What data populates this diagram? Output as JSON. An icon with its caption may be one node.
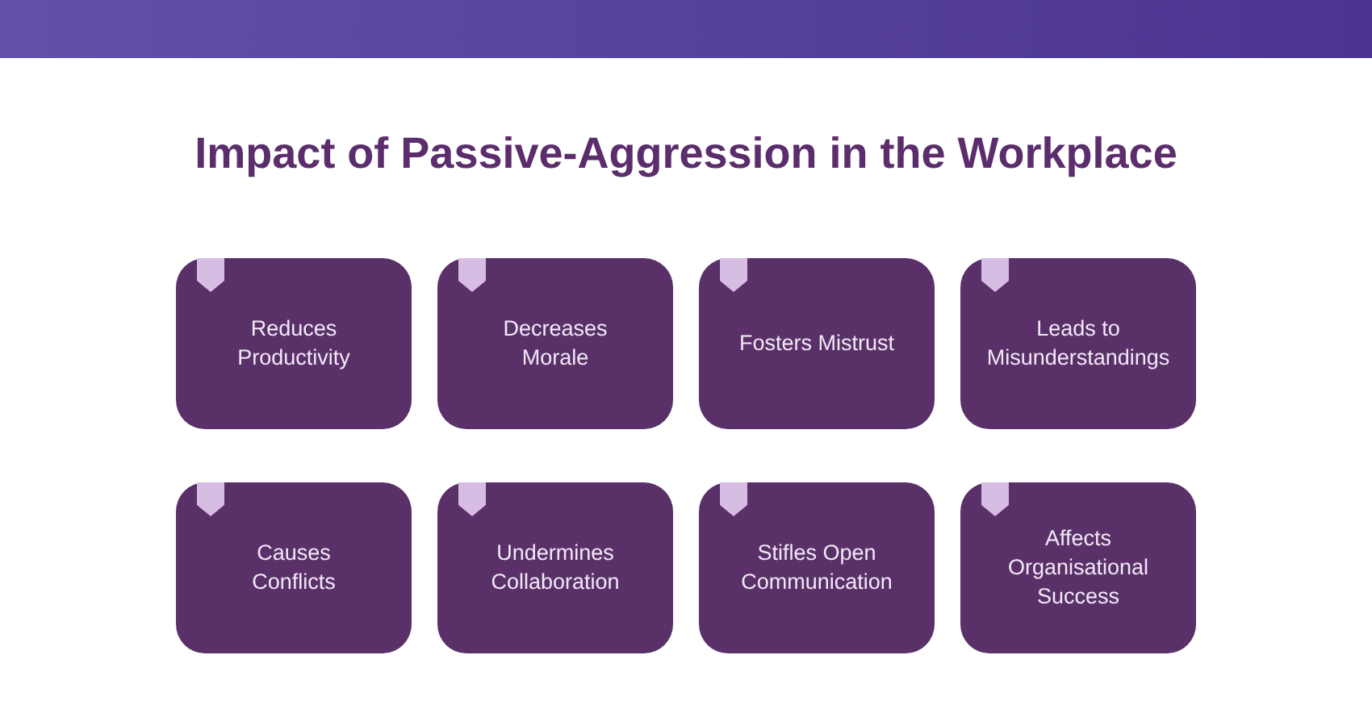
{
  "diagram": {
    "title": "Impact of Passive-Aggression in the Workplace",
    "nodes": [
      {
        "text": [
          "Reduces Productivity"
        ]
      },
      {
        "text": [
          "Decreases Morale"
        ]
      },
      {
        "text": [
          "Fosters Mistrust"
        ]
      },
      {
        "text": [
          "Leads to Misunderstandings"
        ]
      },
      {
        "text": [
          "Causes Conflicts"
        ]
      },
      {
        "text": [
          "Undermines Collaboration"
        ]
      },
      {
        "text": [
          "Stifles Open Communication"
        ]
      },
      {
        "text": [
          "Affects Organisational Success"
        ]
      }
    ]
  }
}
